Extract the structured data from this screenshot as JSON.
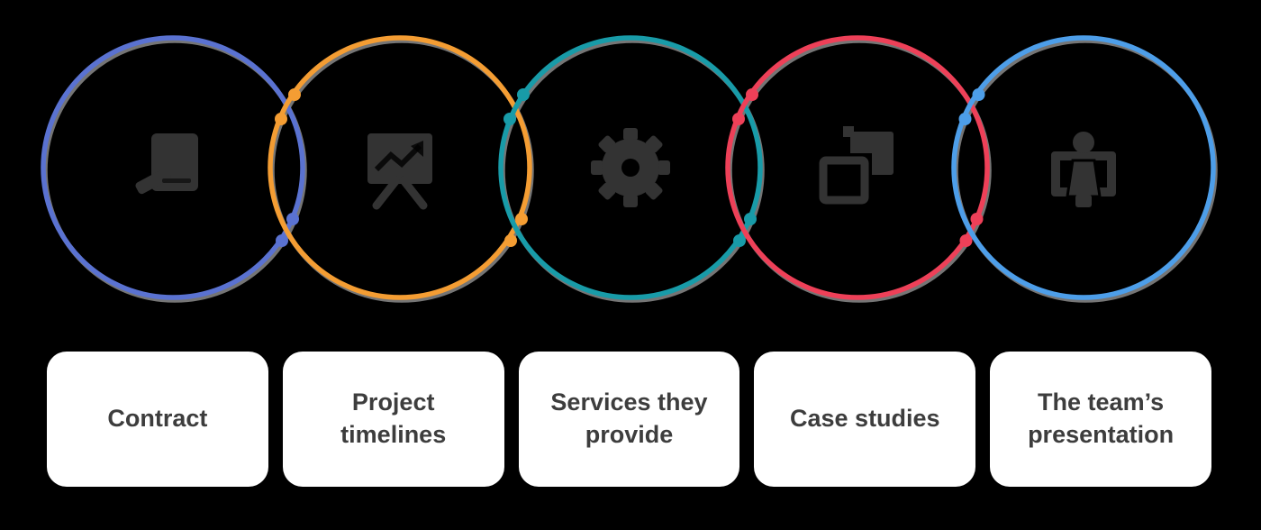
{
  "diagram": {
    "title": "Interlinked rings process diagram",
    "background_color": "#000000",
    "ring_shadow_color": "#8a8a8a",
    "icon_color": "#333333",
    "card_background": "#ffffff",
    "card_text_color": "#3d3d3d",
    "steps": [
      {
        "id": "contract",
        "label": "Contract",
        "color": "#5A72D1",
        "icon": "document-pen-icon"
      },
      {
        "id": "project-timelines",
        "label": "Project timelines",
        "color": "#F49D33",
        "icon": "chart-board-icon"
      },
      {
        "id": "services",
        "label": "Services they provide",
        "color": "#189BA8",
        "icon": "gear-icon"
      },
      {
        "id": "case-studies",
        "label": "Case studies",
        "color": "#EE4058",
        "icon": "copy-pages-icon"
      },
      {
        "id": "team-presentation",
        "label": "The team’s presentation",
        "color": "#4D9EE9",
        "icon": "presenter-icon"
      }
    ]
  }
}
